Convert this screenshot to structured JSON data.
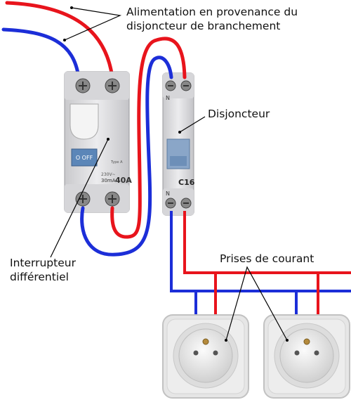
{
  "labels": {
    "supply_line1": "Alimentation en provenance du",
    "supply_line2": "disjoncteur de branchement",
    "breaker": "Disjoncteur",
    "rcd_line1": "Interrupteur",
    "rcd_line2": "différentiel",
    "outlets": "Prises de courant"
  },
  "rcd": {
    "off_label": "O OFF",
    "rating": "40A",
    "sensitivity": "30mA",
    "voltage": "230V~",
    "type": "Type A"
  },
  "breaker_device": {
    "neutral_mark": "N",
    "rating": "C16"
  },
  "colors": {
    "phase": "#e8141c",
    "neutral": "#1c2ed8",
    "device_body": "#dcdcde",
    "outlet_body": "#e6e6e6"
  }
}
